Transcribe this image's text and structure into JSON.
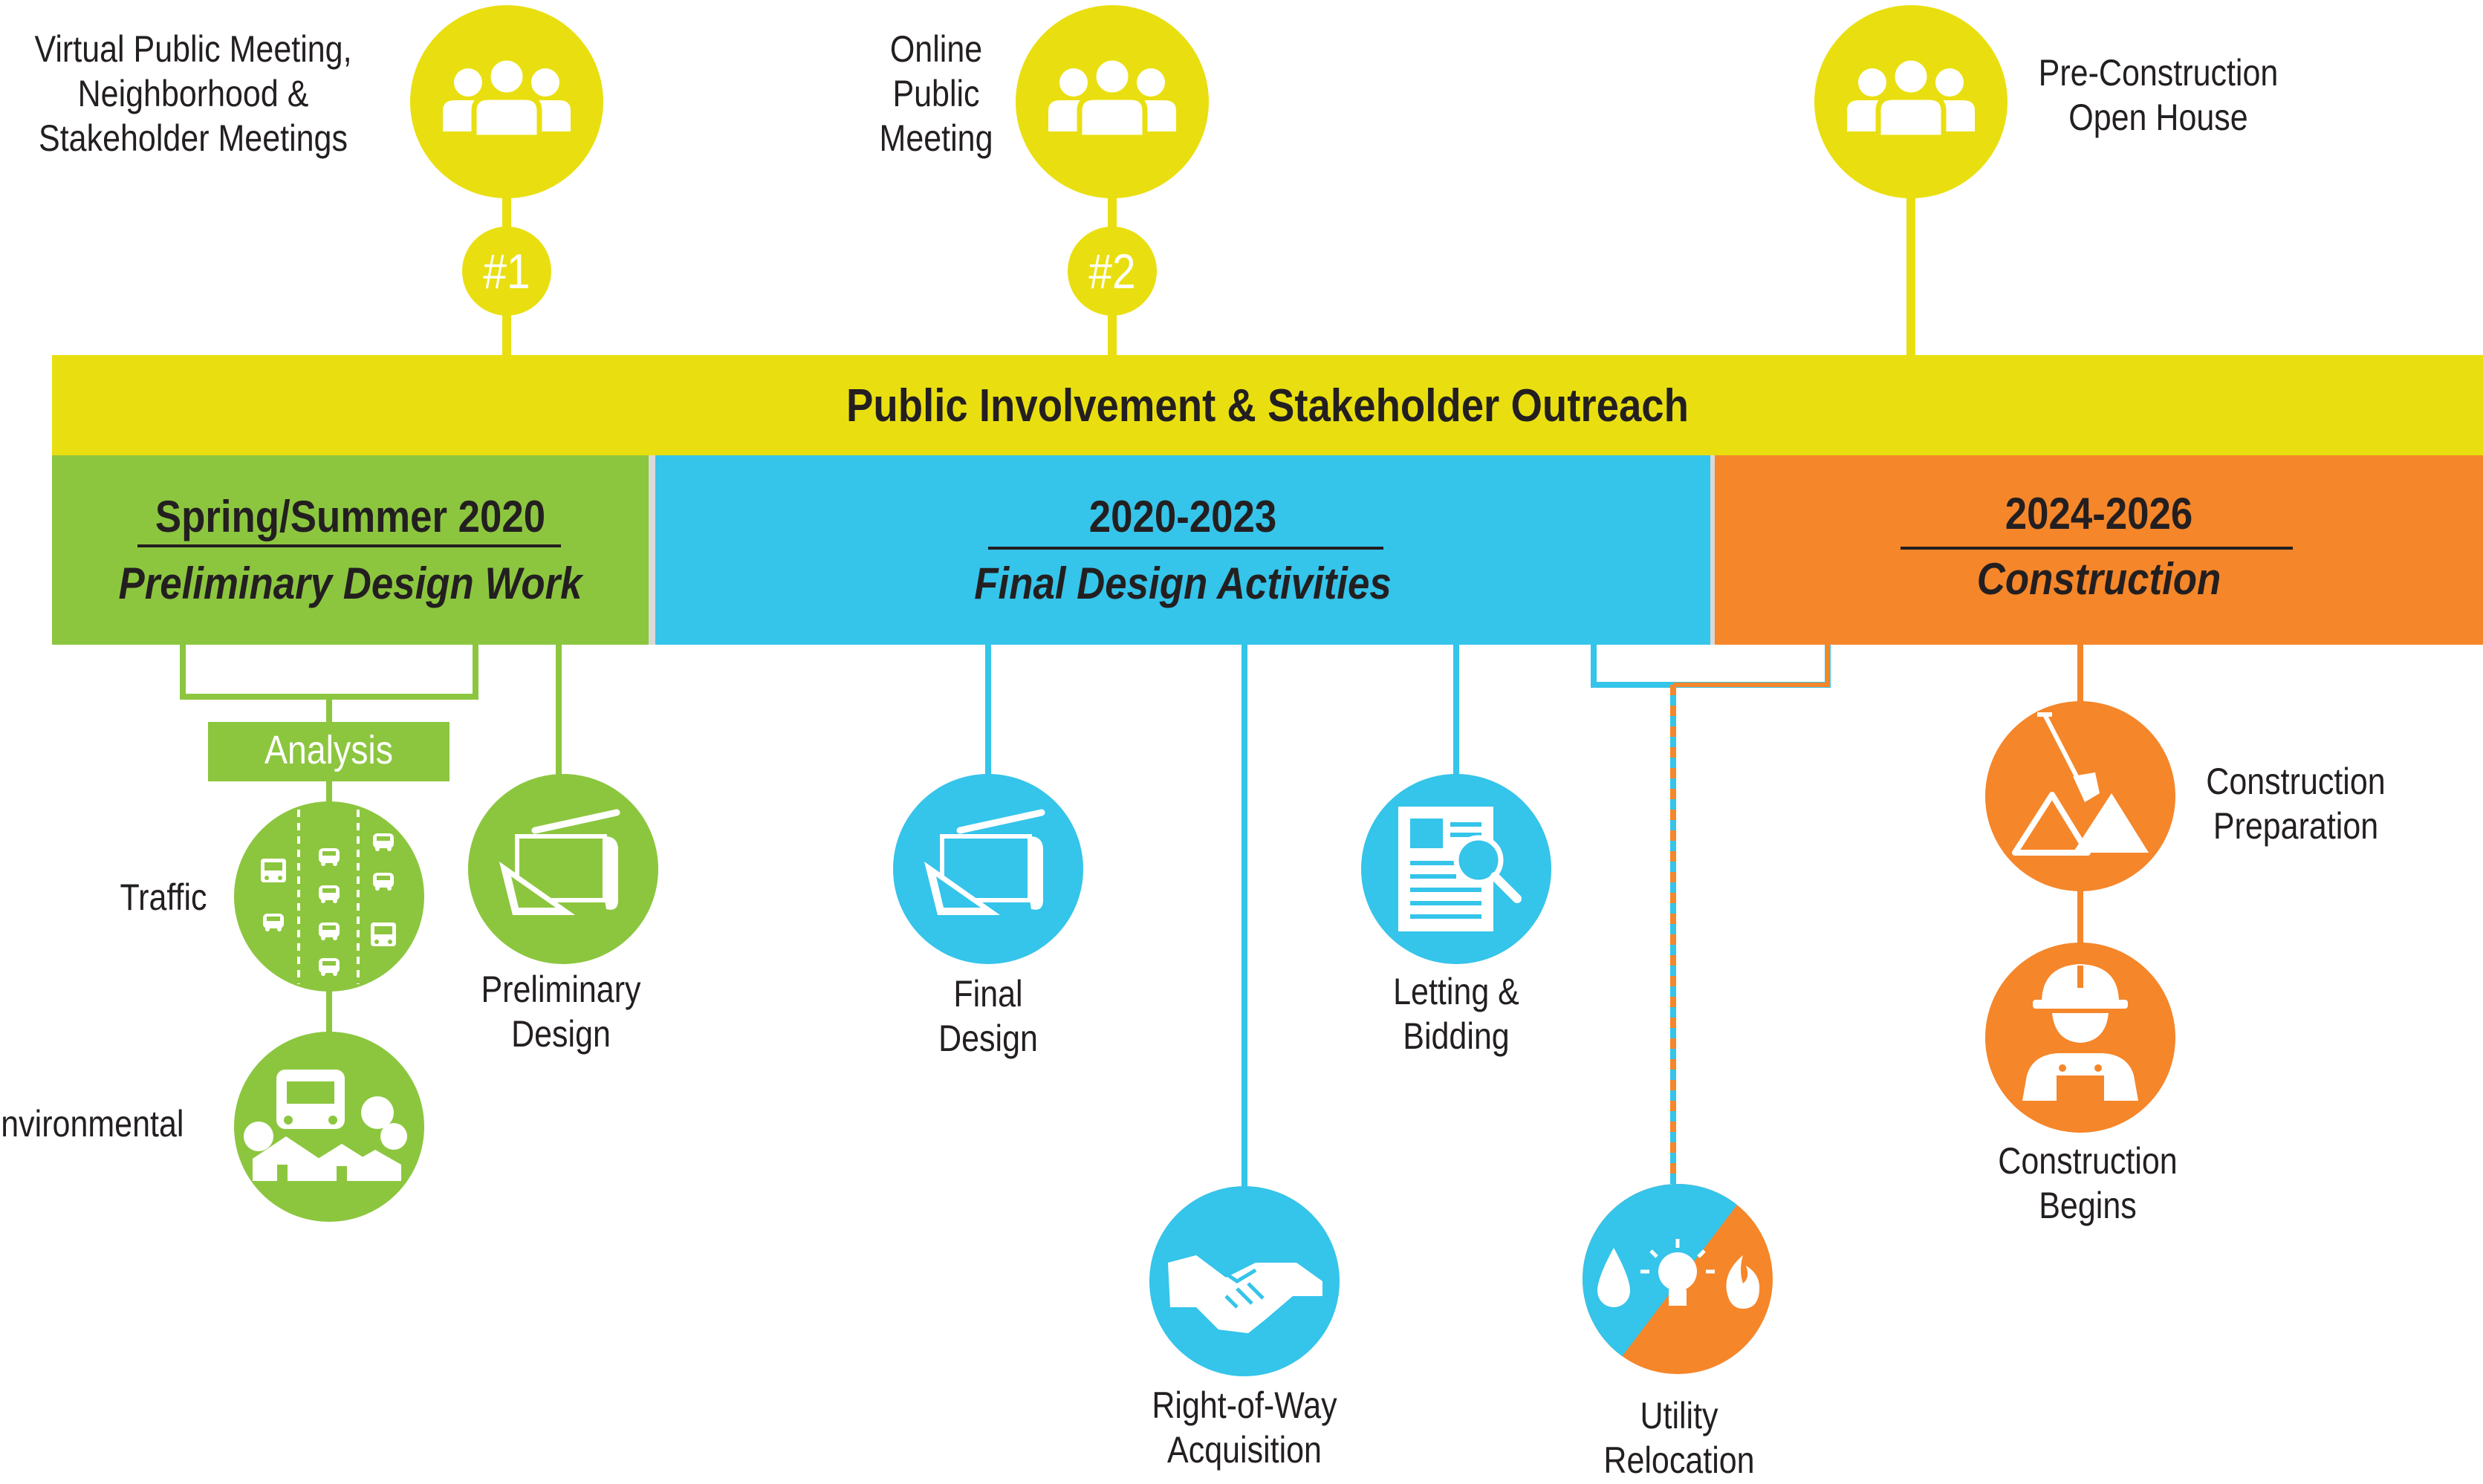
{
  "banner": {
    "title": "Public Involvement & Stakeholder Outreach"
  },
  "milestones": [
    {
      "label_lines": [
        "Virtual Public Meeting,",
        "Neighborhood &",
        "Stakeholder Meetings"
      ],
      "number": "#1",
      "icon": "people-group-icon"
    },
    {
      "label_lines": [
        "Online",
        "Public",
        "Meeting"
      ],
      "number": "#2",
      "icon": "people-group-icon"
    },
    {
      "label_lines": [
        "Pre-Construction",
        "Open House"
      ],
      "number": "",
      "icon": "people-group-icon"
    }
  ],
  "phases": [
    {
      "period": "Spring/Summer 2020",
      "name": "Preliminary Design Work"
    },
    {
      "period": "2020-2023",
      "name": "Final Design Activities"
    },
    {
      "period": "2024-2026",
      "name": "Construction"
    }
  ],
  "analysis": {
    "label": "Analysis"
  },
  "activities": {
    "traffic": {
      "label": "Traffic",
      "icon": "traffic-icon"
    },
    "environmental": {
      "label": "Environmental",
      "icon": "environmental-icon"
    },
    "preliminary_design": {
      "label_lines": [
        "Preliminary",
        "Design"
      ],
      "icon": "blueprint-icon"
    },
    "final_design": {
      "label_lines": [
        "Final",
        "Design"
      ],
      "icon": "blueprint-icon"
    },
    "right_of_way": {
      "label_lines": [
        "Right-of-Way",
        "Acquisition"
      ],
      "icon": "handshake-icon"
    },
    "letting_bidding": {
      "label_lines": [
        "Letting &",
        "Bidding"
      ],
      "icon": "document-search-icon"
    },
    "utility_relocation": {
      "label_lines": [
        "Utility",
        "Relocation"
      ],
      "icon": "utilities-icon"
    },
    "construction_preparation": {
      "label_lines": [
        "Construction",
        "Preparation"
      ],
      "icon": "shovel-dirt-icon"
    },
    "construction_begins": {
      "label_lines": [
        "Construction",
        "Begins"
      ],
      "icon": "construction-worker-icon"
    }
  },
  "colors": {
    "yellow": "#e9df10",
    "green": "#8cc63f",
    "blue": "#35c4ea",
    "orange": "#f5862a",
    "text": "#231f20"
  }
}
